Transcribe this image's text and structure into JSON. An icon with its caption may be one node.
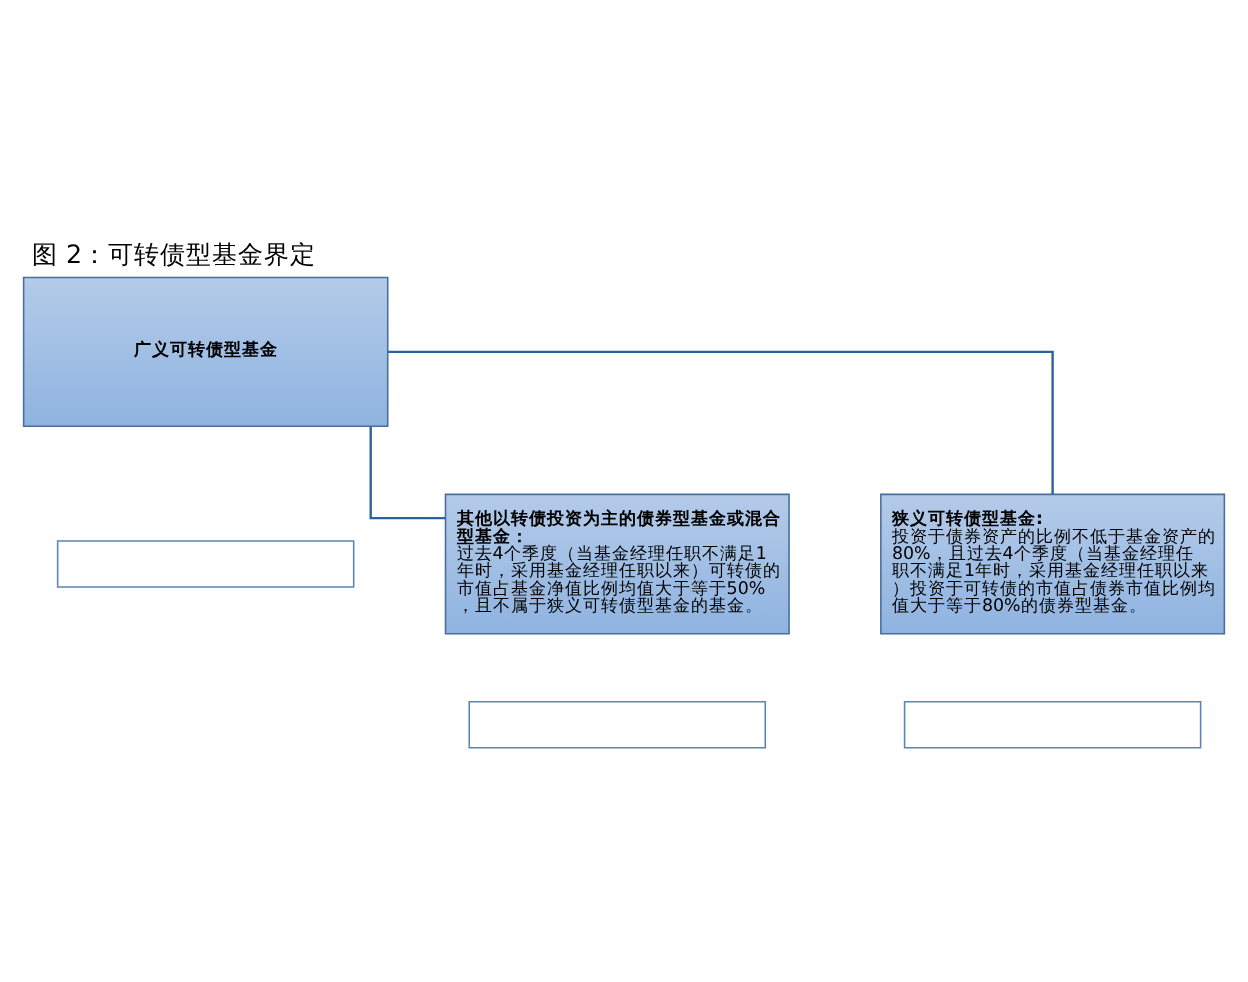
{
  "diagram": {
    "title": "图 2：可转债型基金界定",
    "nodes": [
      {
        "text": [
          "广义可转债型基金"
        ]
      },
      {
        "text": [],
        "shape": "box"
      },
      {
        "text": [
          "其他以转债投资为主的债券型基金或混合型基金：",
          "过去4个季度（当基金经理任职不满足1年时，采用基金经理任职以来）可转债的市值占基金净值比例均值大于等于50%，且不属于狭义可转债型基金的基金。"
        ]
      },
      {
        "text": [],
        "shape": "box"
      },
      {
        "text": [
          "狭义可转债型基金:",
          "投资于债券资产的比例不低于基金资产的80%，且过去4个季度（当基金经理任职不满足1年时，采用基金经理任职以来）投资于可转债的市值占债券市值比例均值大于等于80%的债券型基金。"
        ]
      },
      {
        "text": [],
        "shape": "box"
      }
    ],
    "edges": [
      {
        "from": 0,
        "to": 2,
        "arrow": "none"
      },
      {
        "from": 0,
        "to": 4,
        "arrow": "none"
      }
    ]
  }
}
